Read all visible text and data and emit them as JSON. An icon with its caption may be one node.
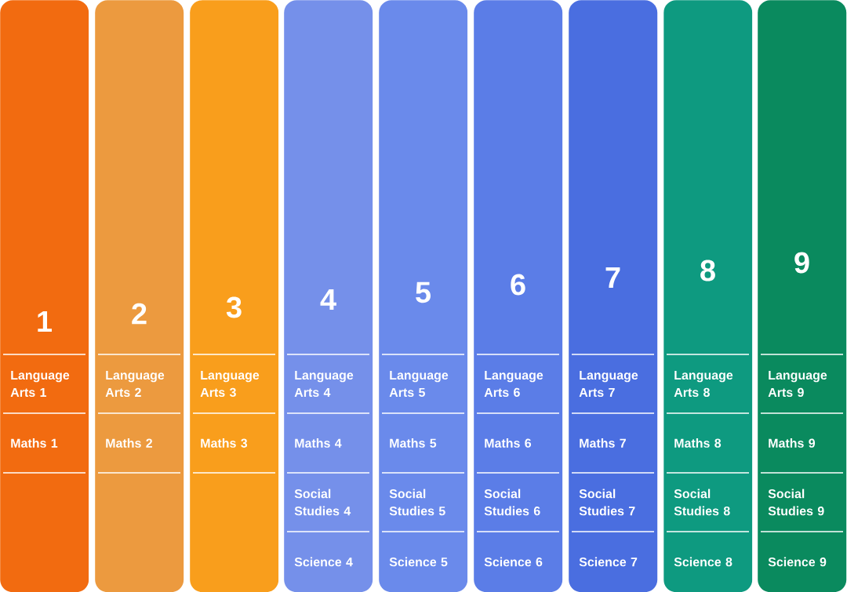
{
  "diagram": {
    "nodes": [
      {
        "text": [
          "1"
        ]
      },
      {
        "text": [
          "Language Arts 1"
        ],
        "in": 0
      },
      {
        "text": [
          "Maths 1"
        ],
        "in": 0
      },
      {
        "text": [
          "2"
        ]
      },
      {
        "text": [
          "Language Arts 2"
        ],
        "in": 3
      },
      {
        "text": [
          "Maths 2"
        ],
        "in": 3
      },
      {
        "text": [
          "3"
        ]
      },
      {
        "text": [
          "Language Arts 3"
        ],
        "in": 6
      },
      {
        "text": [
          "Maths 3"
        ],
        "in": 6
      },
      {
        "text": [
          "4"
        ]
      },
      {
        "text": [
          "Language Arts 4"
        ],
        "in": 9
      },
      {
        "text": [
          "Maths 4"
        ],
        "in": 9
      },
      {
        "text": [
          "Social Studies 4"
        ],
        "in": 9
      },
      {
        "text": [
          "Science 4"
        ],
        "in": 9
      },
      {
        "text": [
          "5"
        ]
      },
      {
        "text": [
          "Language Arts 5"
        ],
        "in": 14
      },
      {
        "text": [
          "Maths 5"
        ],
        "in": 14
      },
      {
        "text": [
          "Social Studies 5"
        ],
        "in": 14
      },
      {
        "text": [
          "Science 5"
        ],
        "in": 14
      },
      {
        "text": [
          "6"
        ]
      },
      {
        "text": [
          "Language Arts 6"
        ],
        "in": 19
      },
      {
        "text": [
          "Maths 6"
        ],
        "in": 19
      },
      {
        "text": [
          "Social Studies 6"
        ],
        "in": 19
      },
      {
        "text": [
          "Science 6"
        ],
        "in": 19
      },
      {
        "text": [
          "7"
        ]
      },
      {
        "text": [
          "Language Arts 7"
        ],
        "in": 24
      },
      {
        "text": [
          "Maths 7"
        ],
        "in": 24
      },
      {
        "text": [
          "Social Studies 7"
        ],
        "in": 24
      },
      {
        "text": [
          "Science 7"
        ],
        "in": 24
      },
      {
        "text": [
          "8"
        ]
      },
      {
        "text": [
          "Language Arts 8"
        ],
        "in": 29
      },
      {
        "text": [
          "Maths 8"
        ],
        "in": 29
      },
      {
        "text": [
          "Social Studies 8"
        ],
        "in": 29
      },
      {
        "text": [
          "Science 8"
        ],
        "in": 29
      },
      {
        "text": [
          "9"
        ]
      },
      {
        "text": [
          "Language Arts 9"
        ],
        "in": 34
      },
      {
        "text": [
          "Maths 9"
        ],
        "in": 34
      },
      {
        "text": [
          "Social Studies 9"
        ],
        "in": 34
      },
      {
        "text": [
          "Science 9"
        ],
        "in": 34
      }
    ]
  }
}
